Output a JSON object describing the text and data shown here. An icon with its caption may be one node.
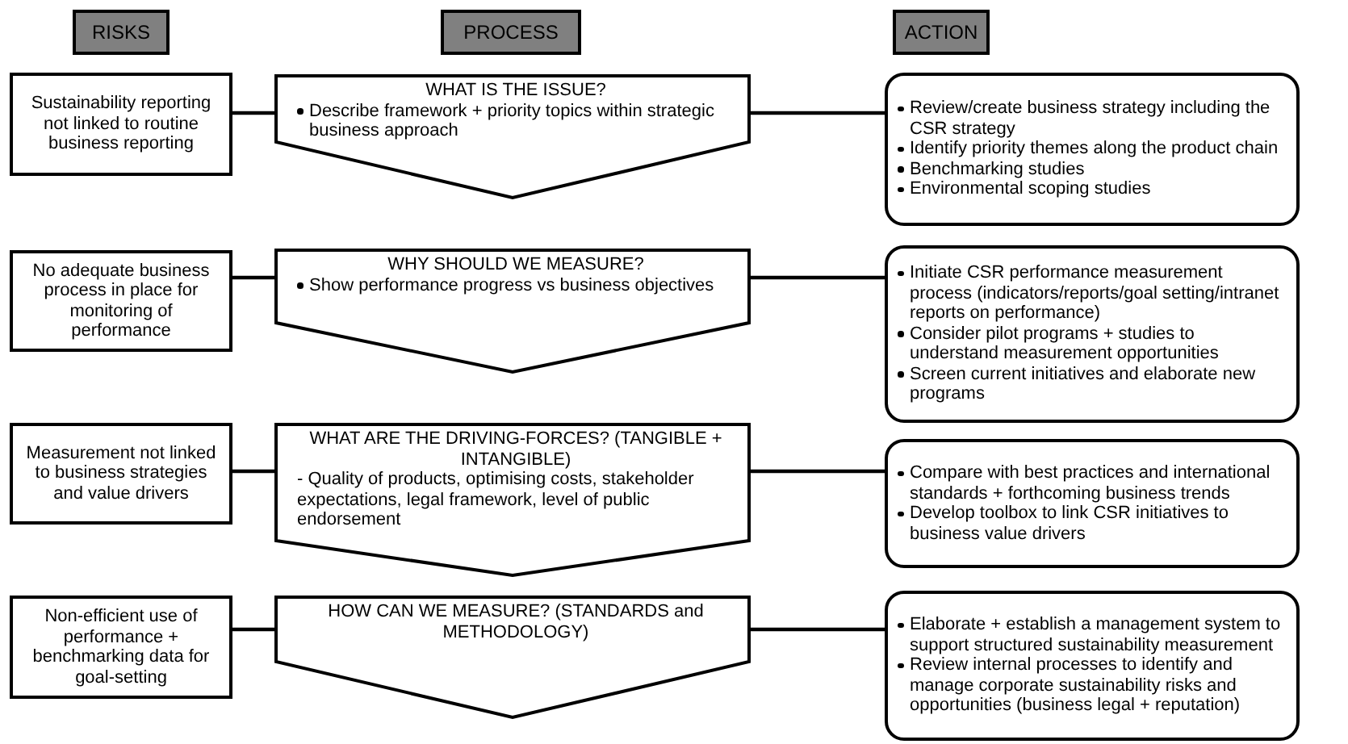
{
  "diagram": {
    "nodes": [
      {
        "text": [
          "RISKS"
        ]
      },
      {
        "text": [
          "PROCESS"
        ]
      },
      {
        "text": [
          "ACTION"
        ]
      },
      {
        "text": [
          "Sustainability reporting not linked to routine business reporting"
        ]
      },
      {
        "text": [
          "WHAT IS THE ISSUE?",
          "Describe framework + priority topics within strategic business approach"
        ]
      },
      {
        "text": [
          "Review/create business strategy including the CSR strategy",
          "Identify priority themes along the product chain",
          "Benchmarking studies",
          "Environmental scoping studies"
        ]
      },
      {
        "text": [
          "No adequate business process in place for monitoring of performance"
        ]
      },
      {
        "text": [
          "WHY SHOULD WE MEASURE?",
          "Show performance progress vs business objectives"
        ]
      },
      {
        "text": [
          "Initiate CSR performance measurement process (indicators/reports/goal setting/intranet reports on performance)",
          "Consider pilot programs + studies to understand measurement opportunities",
          "Screen current initiatives and elaborate new programs"
        ]
      },
      {
        "text": [
          "Measurement not linked to business strategies and value drivers"
        ]
      },
      {
        "text": [
          "WHAT ARE THE DRIVING-FORCES? (TANGIBLE + INTANGIBLE)",
          "- Quality of products, optimising costs, stakeholder expectations, legal framework, level of public endorsement"
        ]
      },
      {
        "text": [
          "Compare with best practices and international standards + forthcoming business trends",
          "Develop toolbox to link CSR initiatives to business value drivers"
        ]
      },
      {
        "text": [
          "Non-efficient use of performance + benchmarking data for goal-setting"
        ]
      },
      {
        "text": [
          "HOW CAN WE MEASURE? (STANDARDS and METHODOLOGY)"
        ]
      },
      {
        "text": [
          "Elaborate + establish a management system to support structured sustainability measurement",
          "Review internal processes to identify and manage corporate sustainability risks and opportunities (business legal + reputation)"
        ]
      }
    ],
    "edges": [
      {
        "from": 3,
        "to": 4,
        "arrow": "none"
      },
      {
        "from": 4,
        "to": 5,
        "arrow": "none"
      },
      {
        "from": 6,
        "to": 7,
        "arrow": "none"
      },
      {
        "from": 7,
        "to": 8,
        "arrow": "none"
      },
      {
        "from": 9,
        "to": 10,
        "arrow": "none"
      },
      {
        "from": 10,
        "to": 11,
        "arrow": "none"
      },
      {
        "from": 12,
        "to": 13,
        "arrow": "none"
      },
      {
        "from": 13,
        "to": 14,
        "arrow": "none"
      }
    ]
  }
}
